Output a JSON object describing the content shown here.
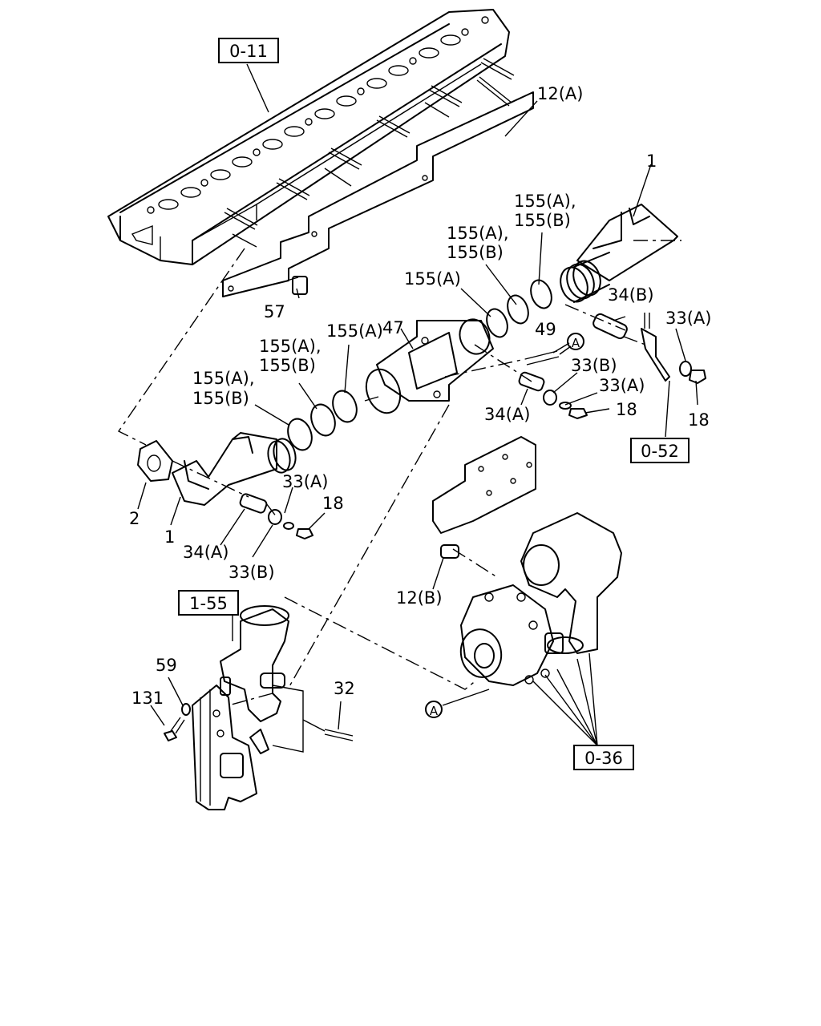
{
  "reference_boxes": {
    "r0_11": "0-11",
    "r0_52": "0-52",
    "r1_55": "1-55",
    "r0_36": "0-36"
  },
  "callouts": {
    "c12a": "12(A)",
    "c1_top": "1",
    "c155ab_1a": "155(A),",
    "c155ab_1b": "155(B)",
    "c155ab_2a": "155(A),",
    "c155ab_2b": "155(B)",
    "c155a_1": "155(A)",
    "c47": "47",
    "c57": "57",
    "c34b": "34(B)",
    "c33a_right": "33(A)",
    "c49": "49",
    "circle_a_top": "A",
    "c155ab_3a": "155(A),",
    "c155ab_3b": "155(B)",
    "c155a_2": "155(A)",
    "c155ab_4a": "155(A),",
    "c155ab_4b": "155(B)",
    "c33b_mid": "33(B)",
    "c33a_mid": "33(A)",
    "c34a_mid": "34(A)",
    "c18_mid": "18",
    "c18_right": "18",
    "c2": "2",
    "c1_left": "1",
    "c33a_left": "33(A)",
    "c18_left": "18",
    "c34a_left": "34(A)",
    "c33b_left": "33(B)",
    "c12b": "12(B)",
    "c59": "59",
    "c131": "131",
    "c32": "32",
    "circle_a_bottom": "A"
  }
}
